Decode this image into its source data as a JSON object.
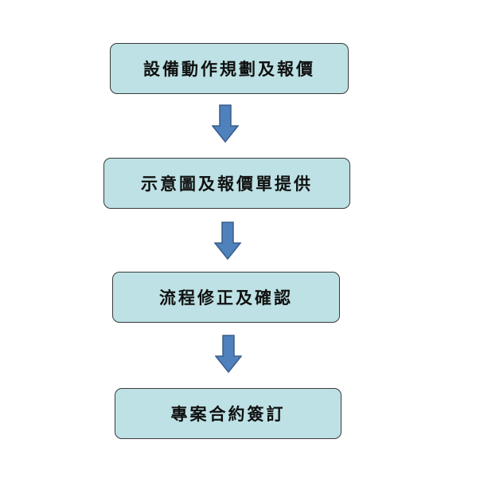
{
  "flowchart": {
    "steps": [
      {
        "label": "設備動作規劃及報價"
      },
      {
        "label": "示意圖及報價單提供"
      },
      {
        "label": "流程修正及確認"
      },
      {
        "label": "專案合約簽訂"
      }
    ],
    "colors": {
      "box_fill": "#bde1e4",
      "box_border": "#3a3a3a",
      "arrow_fill": "#4f81bd",
      "arrow_stroke": "#385d8a"
    }
  }
}
